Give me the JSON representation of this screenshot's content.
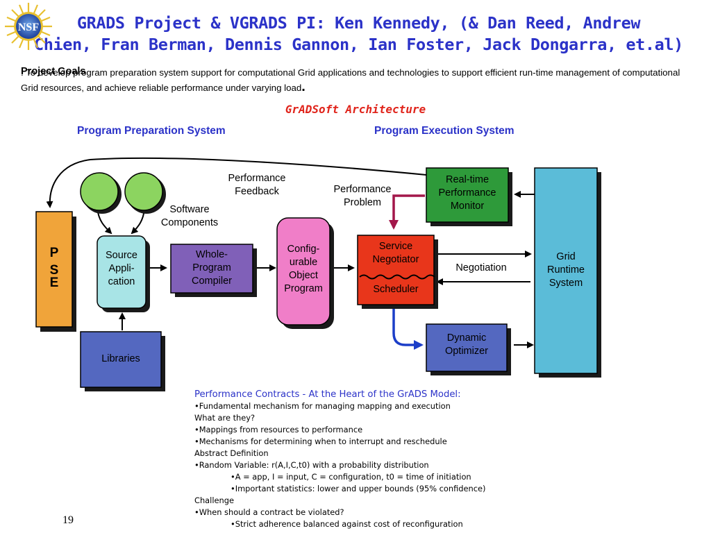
{
  "title": {
    "line1": "GRADS Project & VGRADS PI: Ken Kennedy, (& Dan Reed, Andrew",
    "line2": "Chien, Fran Berman, Dennis Gannon, Ian Foster, Jack Dongarra, et.al)"
  },
  "logo_text": "NSF",
  "goals": {
    "label": "Project Goals",
    "text": ": To develop program preparation system support for computational Grid applications and technologies to support efficient run-time management of computational Grid resources, and achieve reliable performance under varying load",
    "end": "."
  },
  "architecture_title": "GrADSoft Architecture",
  "prep_heading": "Program Preparation System",
  "exec_heading": "Program Execution System",
  "diagram": {
    "pse": [
      "P",
      "S",
      "E"
    ],
    "source": [
      "Source",
      "Appli-",
      "cation"
    ],
    "compiler": [
      "Whole-",
      "Program",
      "Compiler"
    ],
    "cop": [
      "Config-",
      "urable",
      "Object",
      "Program"
    ],
    "negotiator": [
      "Service",
      "Negotiator"
    ],
    "scheduler": "Scheduler",
    "monitor": [
      "Real-time",
      "Performance",
      "Monitor"
    ],
    "grid": [
      "Grid",
      "Runtime",
      "System"
    ],
    "optimizer": [
      "Dynamic",
      "Optimizer"
    ],
    "libraries": "Libraries",
    "software_components": [
      "Software",
      "Components"
    ],
    "perf_feedback": [
      "Performance",
      "Feedback"
    ],
    "perf_problem": [
      "Performance",
      "Problem"
    ],
    "negotiation": "Negotiation"
  },
  "colors": {
    "title_blue": "#2b32c8",
    "pse_orange": "#f0a43a",
    "source_cyan": "#a8e4e6",
    "compiler_purple": "#8060b8",
    "cop_pink": "#f07ec8",
    "negotiator_red": "#e8361b",
    "monitor_green": "#2e9a3a",
    "grid_cyan": "#5bbcd8",
    "optimizer_blue": "#5468c0",
    "libraries_blue": "#5468c0",
    "component_green": "#8cd460",
    "feedback_maroon": "#a3174a",
    "flow_blue": "#1c3ec8"
  },
  "contracts": {
    "heading": "Performance Contracts - At the Heart of the GrADS Model:",
    "lines": [
      {
        "text": "•Fundamental mechanism for managing mapping and execution",
        "indent": false
      },
      {
        "text": "What are they?",
        "indent": false
      },
      {
        "text": "•Mappings from resources to performance",
        "indent": false
      },
      {
        "text": "•Mechanisms for determining when to interrupt and reschedule",
        "indent": false
      },
      {
        "text": "Abstract Definition",
        "indent": false
      },
      {
        "text": "•Random Variable: r(A,I,C,t0) with a probability distribution",
        "indent": false
      },
      {
        "text": "•A = app, I = input, C = configuration, t0 = time of initiation",
        "indent": true
      },
      {
        "text": "•Important statistics: lower and upper bounds (95% confidence)",
        "indent": true
      },
      {
        "text": "Challenge",
        "indent": false
      },
      {
        "text": "•When should a contract be violated?",
        "indent": false
      },
      {
        "text": "•Strict adherence balanced against cost of reconfiguration",
        "indent": true
      }
    ]
  },
  "page_number": "19"
}
